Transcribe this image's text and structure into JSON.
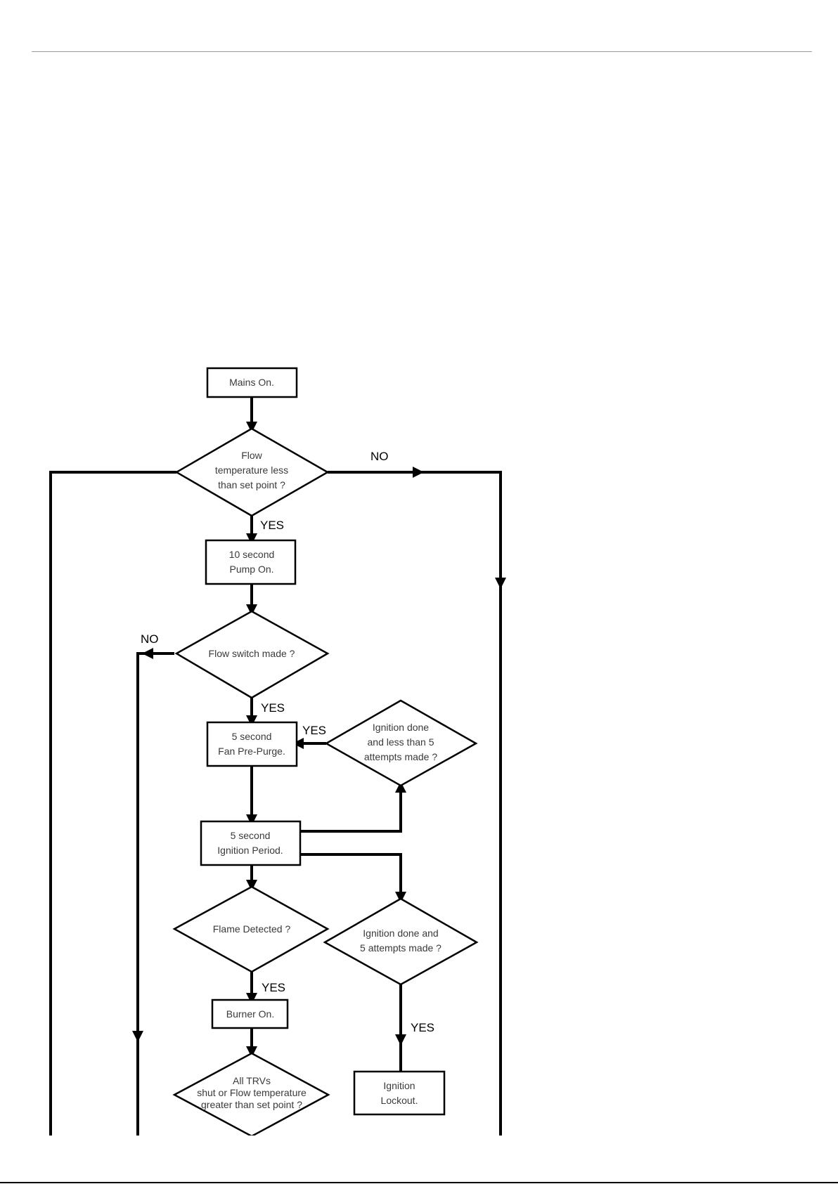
{
  "flowchart": {
    "mains_on": "Mains On.",
    "flow_temp_q": [
      "Flow",
      "temperature less",
      "than set point ?"
    ],
    "pump_on": [
      "10 second",
      "Pump On."
    ],
    "flow_switch_q": "Flow switch made ?",
    "fan_purge": [
      "5 second",
      "Fan Pre-Purge."
    ],
    "ignition_retry_q": [
      "Ignition done",
      "and less than 5",
      "attempts made ?"
    ],
    "ignition_period": [
      "5 second",
      "Ignition Period."
    ],
    "flame_q": "Flame Detected ?",
    "ignition_limit_q": [
      "Ignition done and",
      "5 attempts made ?"
    ],
    "burner_on": "Burner On.",
    "trv_q": [
      "All TRVs",
      "shut or Flow temperature",
      "greater than set point ?"
    ],
    "lockout": [
      "Ignition",
      "Lockout."
    ],
    "labels": {
      "yes": "YES",
      "no": "NO"
    }
  }
}
